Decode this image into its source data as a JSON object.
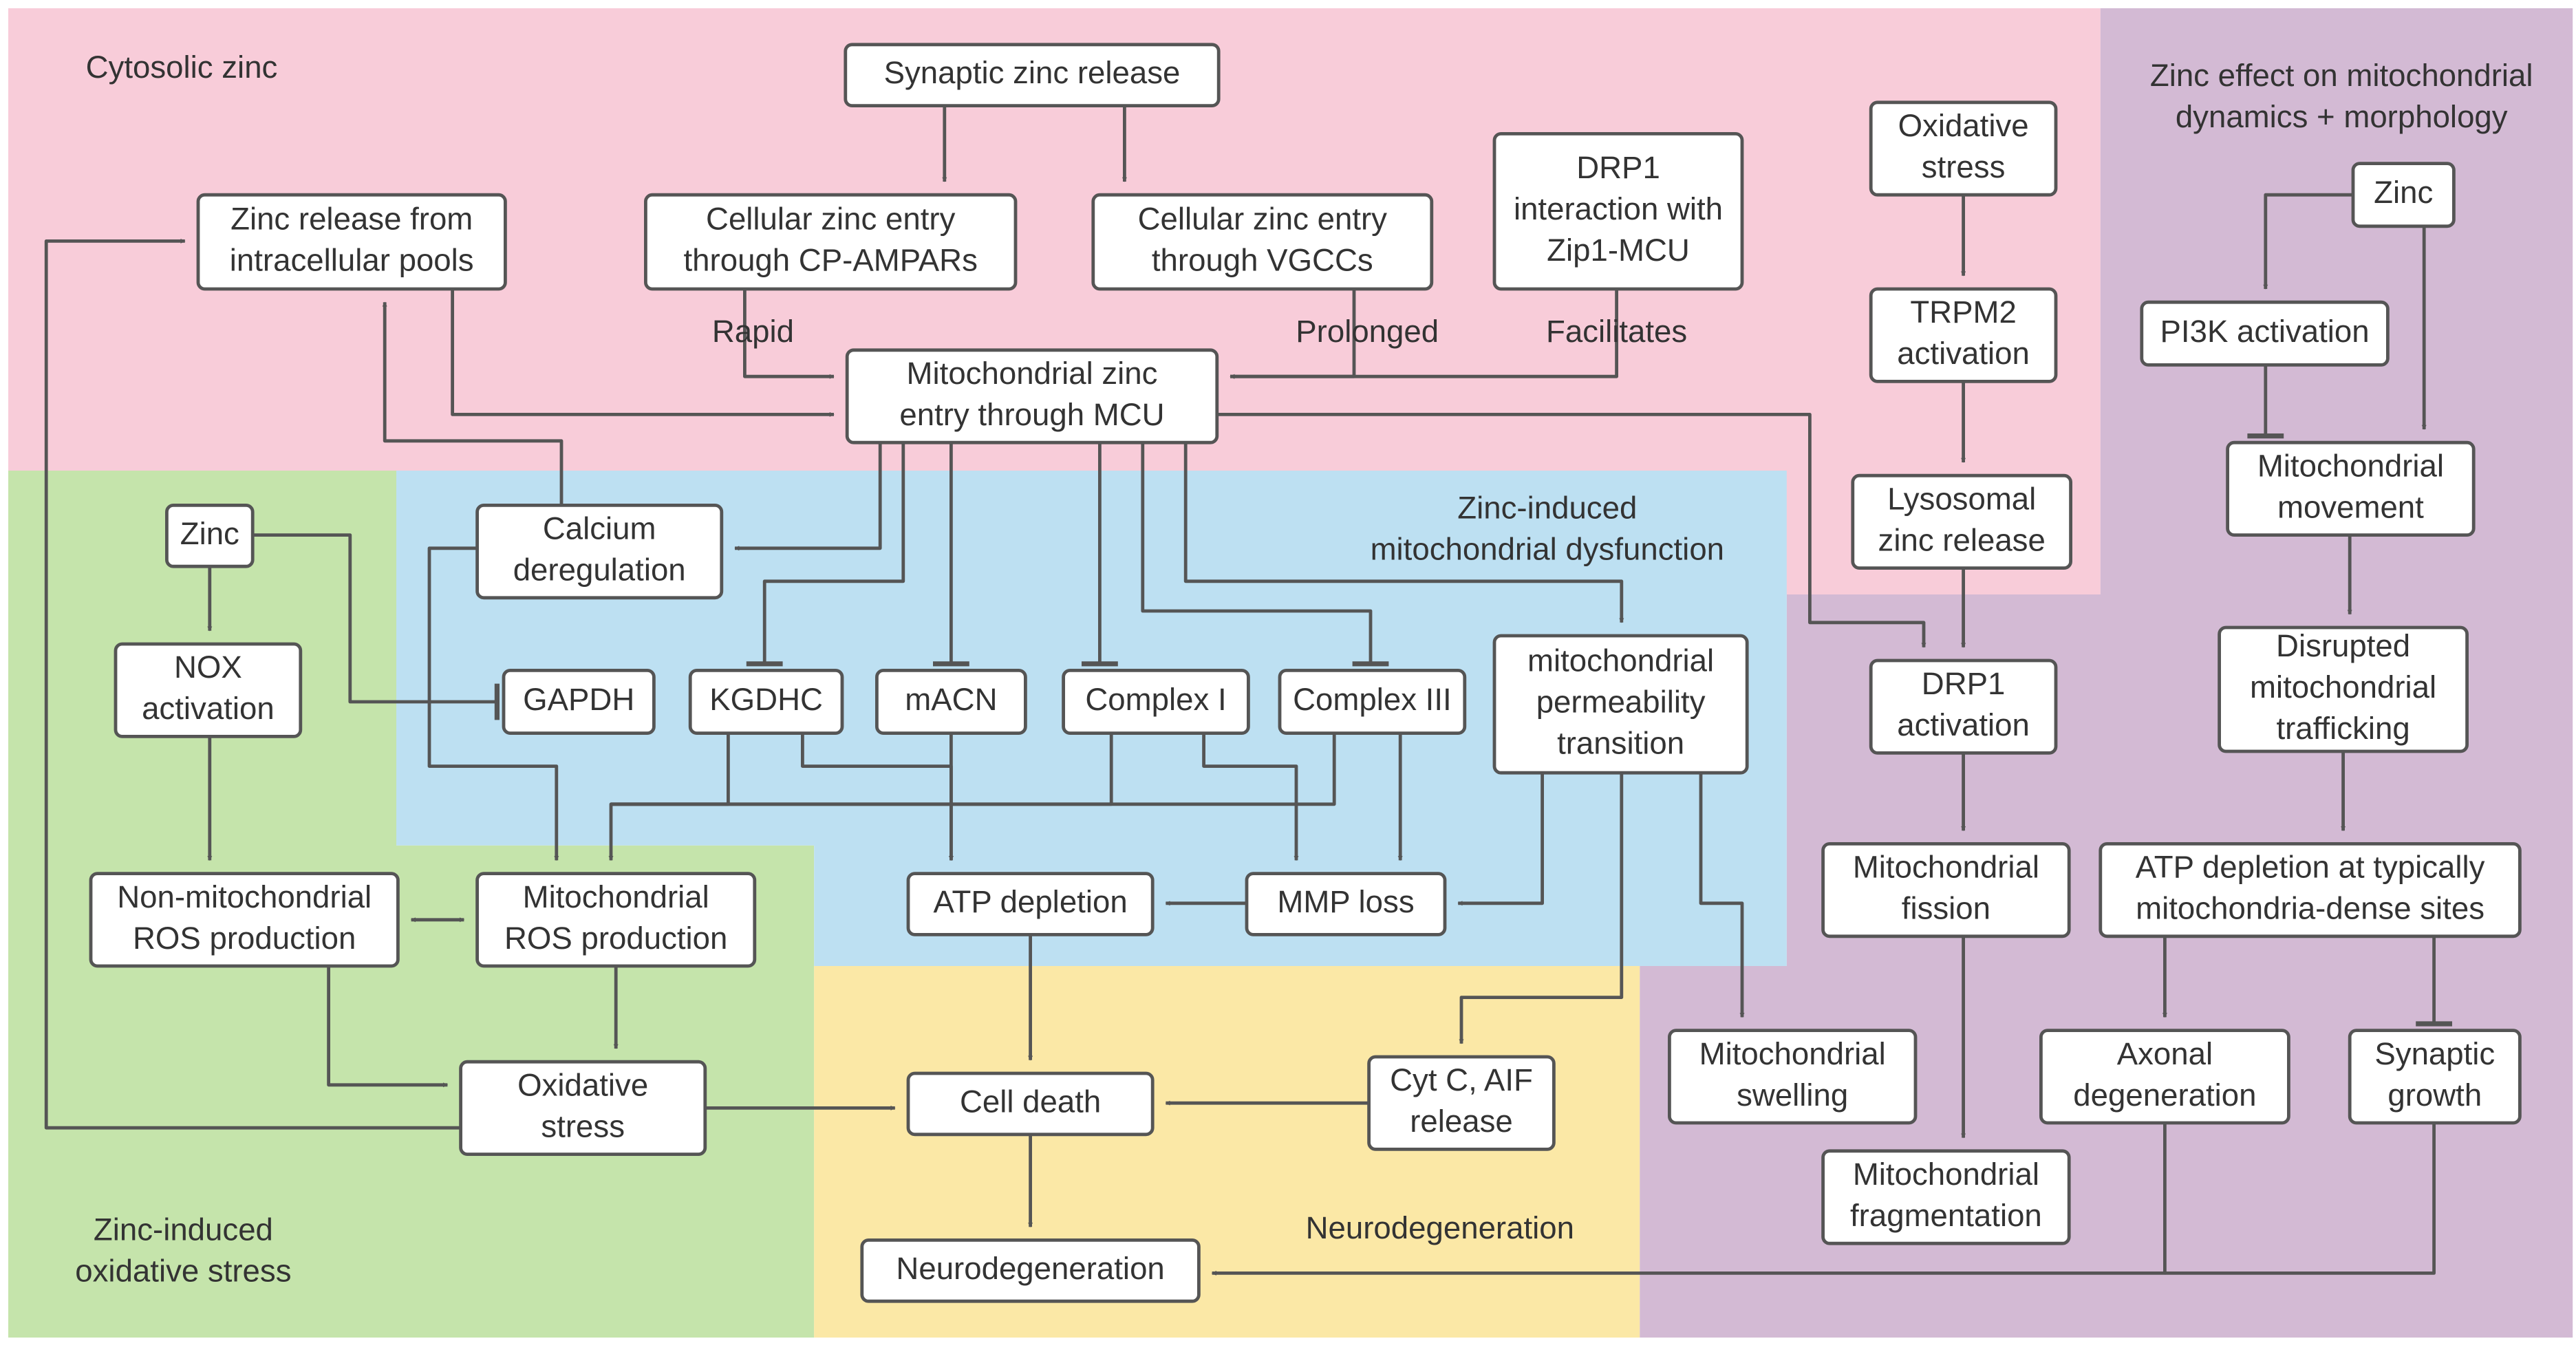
{
  "regions": {
    "cytosolic": "Cytosolic zinc",
    "dysfunction_l1": "Zinc-induced",
    "dysfunction_l2": "mitochondrial dysfunction",
    "oxidative_l1": "Zinc-induced",
    "oxidative_l2": "oxidative stress",
    "neurodegeneration": "Neurodegeneration",
    "dynamics_l1": "Zinc effect on mitochondrial",
    "dynamics_l2": "dynamics + morphology"
  },
  "nodes": {
    "synaptic_release": [
      "Synaptic zinc release"
    ],
    "zinc_release_pools": [
      "Zinc release from",
      "intracellular pools"
    ],
    "cp_ampars": [
      "Cellular zinc entry",
      "through CP-AMPARs"
    ],
    "vgccs": [
      "Cellular zinc entry",
      "through VGCCs"
    ],
    "drp1_interaction": [
      "DRP1",
      "interaction with",
      "Zip1-MCU"
    ],
    "oxidative_stress_top": [
      "Oxidative",
      "stress"
    ],
    "trpm2": [
      "TRPM2",
      "activation"
    ],
    "lysosomal_zinc": [
      "Lysosomal",
      "zinc release"
    ],
    "mcu": [
      "Mitochondrial zinc",
      "entry through MCU"
    ],
    "calcium": [
      "Calcium",
      "deregulation"
    ],
    "zinc_left": [
      "Zinc"
    ],
    "nox": [
      "NOX",
      "activation"
    ],
    "gapdh": [
      "GAPDH"
    ],
    "kgdhc": [
      "KGDHC"
    ],
    "macn": [
      "mACN"
    ],
    "complex1": [
      "Complex I"
    ],
    "complex3": [
      "Complex III"
    ],
    "mpt": [
      "mitochondrial",
      "permeability",
      "transition"
    ],
    "drp1_activation": [
      "DRP1",
      "activation"
    ],
    "nonmito_ros": [
      "Non-mitochondrial",
      "ROS production"
    ],
    "mito_ros": [
      "Mitochondrial",
      "ROS production"
    ],
    "atp_depletion": [
      "ATP depletion"
    ],
    "mmp_loss": [
      "MMP loss"
    ],
    "mito_fission": [
      "Mitochondrial",
      "fission"
    ],
    "oxidative_stress": [
      "Oxidative",
      "stress"
    ],
    "cell_death": [
      "Cell death"
    ],
    "cytc_aif": [
      "Cyt C, AIF",
      "release"
    ],
    "mito_swelling": [
      "Mitochondrial",
      "swelling"
    ],
    "neurodegeneration": [
      "Neurodegeneration"
    ],
    "mito_fragmentation": [
      "Mitochondrial",
      "fragmentation"
    ],
    "zinc_right": [
      "Zinc"
    ],
    "pi3k": [
      "PI3K activation"
    ],
    "mito_movement": [
      "Mitochondrial",
      "movement"
    ],
    "disrupted_trafficking": [
      "Disrupted",
      "mitochondrial",
      "trafficking"
    ],
    "atp_depletion_sites": [
      "ATP depletion at typically",
      "mitochondria-dense sites"
    ],
    "axonal_degeneration": [
      "Axonal",
      "degeneration"
    ],
    "synaptic_growth": [
      "Synaptic",
      "growth"
    ]
  },
  "edge_labels": {
    "rapid": "Rapid",
    "prolonged": "Prolonged",
    "facilitates": "Facilitates"
  },
  "colors": {
    "pink": "#f8ccd9",
    "purple": "#d3bad4",
    "green": "#c5e4ab",
    "blue": "#bde0f2",
    "yellow": "#fbe8a6",
    "line": "#555555",
    "box_border": "#555555",
    "text": "#333333"
  }
}
